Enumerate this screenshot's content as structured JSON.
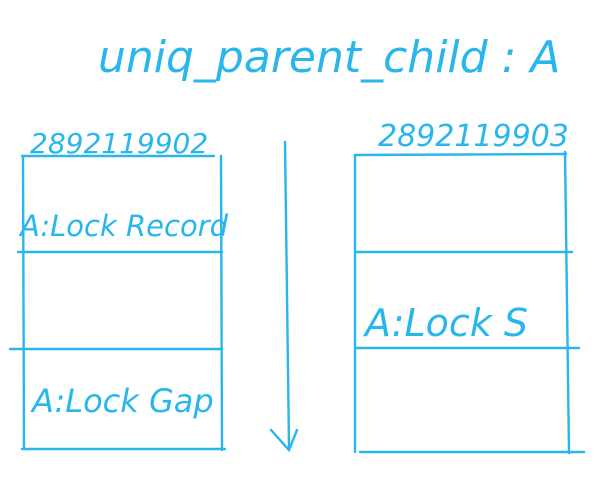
{
  "title": "uniq_parent_child : A",
  "ink_color": "#29b6ec",
  "left_table": {
    "id": "2892119902",
    "cells": [
      "A:Lock Record",
      "",
      "A:Lock Gap"
    ]
  },
  "right_table": {
    "id": "2892119903",
    "cells": [
      "",
      "A:Lock S",
      ""
    ]
  },
  "center_arrow": "down-arrow"
}
